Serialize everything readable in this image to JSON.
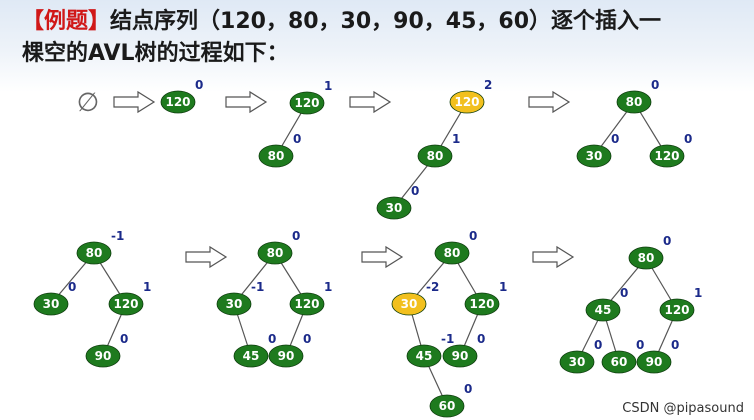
{
  "header": {
    "tag": "【例题】",
    "line1": "结点序列（120，80，30，90，45，60）逐个插入一",
    "line2": "棵空的AVL树的过程如下："
  },
  "empty_symbol": "∅",
  "colors": {
    "normal": "#1e7a1e",
    "unbalanced": "#f2c01e",
    "balance_text": "#1b2a8a"
  },
  "steps": [
    {
      "nodes": [
        {
          "key": "120",
          "bal": "0"
        }
      ],
      "edges": []
    },
    {
      "nodes": [
        {
          "key": "120",
          "bal": "1"
        },
        {
          "key": "80",
          "bal": "0"
        }
      ],
      "edges": [
        [
          0,
          1
        ]
      ]
    },
    {
      "nodes": [
        {
          "key": "120",
          "bal": "2",
          "unbalanced": true
        },
        {
          "key": "80",
          "bal": "1"
        },
        {
          "key": "30",
          "bal": "0"
        }
      ],
      "edges": [
        [
          0,
          1
        ],
        [
          1,
          2
        ]
      ]
    },
    {
      "nodes": [
        {
          "key": "80",
          "bal": "0"
        },
        {
          "key": "30",
          "bal": "0"
        },
        {
          "key": "120",
          "bal": "0"
        }
      ],
      "edges": [
        [
          0,
          1
        ],
        [
          0,
          2
        ]
      ]
    },
    {
      "nodes": [
        {
          "key": "80",
          "bal": "-1"
        },
        {
          "key": "30",
          "bal": "0"
        },
        {
          "key": "120",
          "bal": "1"
        },
        {
          "key": "90",
          "bal": "0"
        }
      ],
      "edges": [
        [
          0,
          1
        ],
        [
          0,
          2
        ],
        [
          2,
          3
        ]
      ]
    },
    {
      "nodes": [
        {
          "key": "80",
          "bal": "0"
        },
        {
          "key": "30",
          "bal": "-1"
        },
        {
          "key": "120",
          "bal": "1"
        },
        {
          "key": "45",
          "bal": "0"
        },
        {
          "key": "90",
          "bal": "0"
        }
      ],
      "edges": [
        [
          0,
          1
        ],
        [
          0,
          2
        ],
        [
          1,
          3
        ],
        [
          2,
          4
        ]
      ]
    },
    {
      "nodes": [
        {
          "key": "80",
          "bal": "0"
        },
        {
          "key": "30",
          "bal": "-2",
          "unbalanced": true
        },
        {
          "key": "120",
          "bal": "1"
        },
        {
          "key": "45",
          "bal": "-1"
        },
        {
          "key": "90",
          "bal": "0"
        },
        {
          "key": "60",
          "bal": "0"
        }
      ],
      "edges": [
        [
          0,
          1
        ],
        [
          0,
          2
        ],
        [
          1,
          3
        ],
        [
          2,
          4
        ],
        [
          3,
          5
        ]
      ]
    },
    {
      "nodes": [
        {
          "key": "80",
          "bal": "0"
        },
        {
          "key": "45",
          "bal": "0"
        },
        {
          "key": "120",
          "bal": "1"
        },
        {
          "key": "30",
          "bal": "0"
        },
        {
          "key": "60",
          "bal": "0"
        },
        {
          "key": "90",
          "bal": "0"
        }
      ],
      "edges": [
        [
          0,
          1
        ],
        [
          0,
          2
        ],
        [
          1,
          3
        ],
        [
          1,
          4
        ],
        [
          2,
          5
        ]
      ]
    }
  ],
  "watermark": "CSDN @pipasound"
}
